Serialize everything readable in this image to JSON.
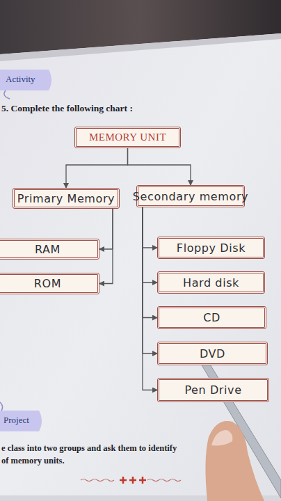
{
  "diagram": {
    "nodes": [
      {
        "text": [
          "MEMORY UNIT"
        ]
      },
      {
        "text": [
          "Primary Memory"
        ]
      },
      {
        "text": [
          "Secondary memory"
        ]
      },
      {
        "text": [
          "RAM"
        ]
      },
      {
        "text": [
          "ROM"
        ]
      },
      {
        "text": [
          "Floppy Disk"
        ]
      },
      {
        "text": [
          "Hard disk"
        ]
      },
      {
        "text": [
          "CD"
        ]
      },
      {
        "text": [
          "DVD"
        ]
      },
      {
        "text": [
          "Pen Drive"
        ]
      }
    ],
    "edges": [
      {
        "from": 0,
        "to": 1,
        "arrow": "to"
      },
      {
        "from": 0,
        "to": 2,
        "arrow": "to"
      },
      {
        "from": 1,
        "to": 3,
        "arrow": "to"
      },
      {
        "from": 1,
        "to": 4,
        "arrow": "to"
      },
      {
        "from": 2,
        "to": 5,
        "arrow": "to"
      },
      {
        "from": 2,
        "to": 6,
        "arrow": "to"
      },
      {
        "from": 2,
        "to": 7,
        "arrow": "to"
      },
      {
        "from": 2,
        "to": 8,
        "arrow": "to"
      },
      {
        "from": 2,
        "to": 9,
        "arrow": "to"
      }
    ],
    "labels": [
      "Activity",
      "5. Complete the following chart :",
      "Project",
      "e class into two groups and ask them to identify",
      "of memory units."
    ]
  }
}
